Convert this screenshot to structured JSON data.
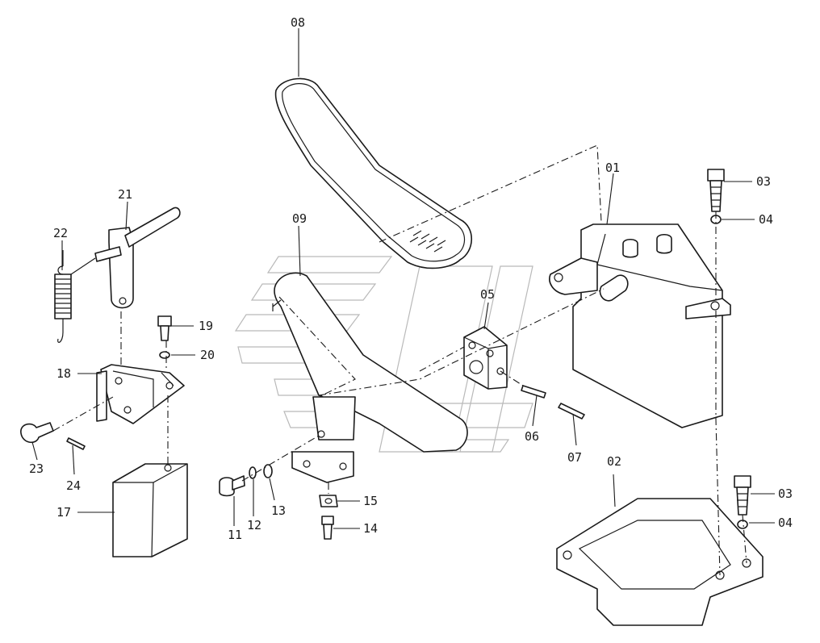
{
  "labels": {
    "p01": "01",
    "p02": "02",
    "p03a": "03",
    "p03b": "03",
    "p04a": "04",
    "p04b": "04",
    "p05": "05",
    "p06": "06",
    "p07": "07",
    "p08": "08",
    "p09": "09",
    "p11": "11",
    "p12": "12",
    "p13": "13",
    "p14": "14",
    "p15": "15",
    "p17": "17",
    "p18": "18",
    "p19": "19",
    "p20": "20",
    "p21": "21",
    "p22": "22",
    "p23": "23",
    "p24": "24"
  },
  "colors": {
    "line": "#1a1a1a",
    "watermark": "#b9b9b9",
    "background": "#ffffff"
  }
}
